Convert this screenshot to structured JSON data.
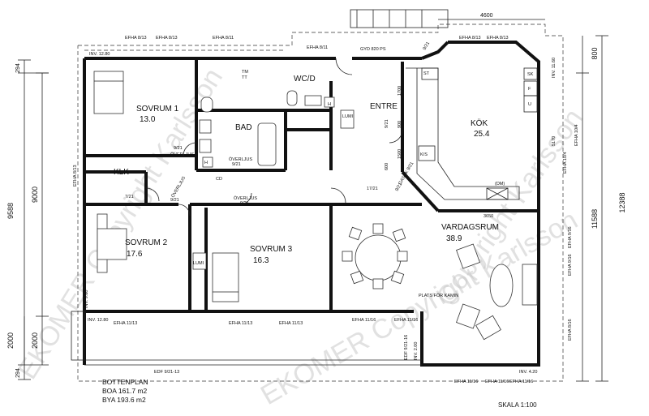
{
  "watermark": {
    "left_text": "EKOMER Copyright Karlsson",
    "bottom_text": "EKOMER Copyright Karlsson",
    "right_text": "Copyright Karlsson"
  },
  "rooms": [
    {
      "key": "sovrum1",
      "name": "SOVRUM 1",
      "area": "13.0"
    },
    {
      "key": "bad",
      "name": "BAD",
      "area": ""
    },
    {
      "key": "wcd",
      "name": "WC/D",
      "area": ""
    },
    {
      "key": "entre",
      "name": "ENTRE",
      "area": ""
    },
    {
      "key": "kok",
      "name": "KÖK",
      "area": "25.4"
    },
    {
      "key": "klk",
      "name": "KLK",
      "area": ""
    },
    {
      "key": "sovrum2",
      "name": "SOVRUM 2",
      "area": "17.6"
    },
    {
      "key": "sovrum3",
      "name": "SOVRUM 3",
      "area": "16.3"
    },
    {
      "key": "vardagsrum",
      "name": "VARDAGSRUM",
      "area": "38.9"
    }
  ],
  "window_labels": [
    "EFHA 8/13",
    "EFHA 8/13",
    "EFHA 8/11",
    "EFHA 8/11",
    "EFHA 8/13",
    "EFHA 8/13",
    "EFHA 11/13",
    "EFHA 11/13",
    "EFHA 11/13",
    "EFHA 11/16",
    "EFHA 11/16",
    "EFHA 11/16",
    "EFHA 11/16",
    "EFHA 11/16",
    "EFHA 10/4",
    "EFHA 10/4",
    "EFHA 9/16",
    "EFHA 9/16",
    "EFHA 8/16",
    "EFHA 8/13"
  ],
  "door_labels": [
    "9/21",
    "9/21",
    "9/21",
    "7/21",
    "9/21",
    "9/21",
    "17/21",
    "9/21",
    "9/21",
    "GYD 820 PS",
    "EDF 9/21-13",
    "EDF 9/21-16"
  ],
  "annotations": [
    "INV. 12.80",
    "INV. 11.60",
    "INV. 9.80",
    "INV. 12.80",
    "INV. 2.00",
    "INV. 4.20",
    "TM",
    "TT",
    "H",
    "H",
    "CD",
    "ÖVERLJUS",
    "ÖVERLJUS",
    "ÖVERLJUS",
    "ÖVERLJUS",
    "LUMI",
    "LUMI",
    "ST",
    "SK",
    "F",
    "U",
    "K/S",
    "(DM)",
    "GASAK 9/21",
    "PLATS FÖR KAMIN"
  ],
  "kitchen_dims": [
    "1700",
    "900",
    "1500",
    "600"
  ],
  "dims": {
    "left_total": "9588",
    "left_mid": "9000",
    "left_bot1": "2000",
    "left_bot2": "2000",
    "left_top_small": "294",
    "left_bot_small": "294",
    "right_total": "12388",
    "right_mid": "11588",
    "right_top": "800",
    "top_width": "4600",
    "kitchen_width": "3650",
    "kitchen_depth": "5170"
  },
  "summary": {
    "title": "BOTTENPLAN",
    "boa": "BOA 161.7 m2",
    "bya": "BYA 193.6 m2"
  },
  "scale": "SKALA 1:100"
}
